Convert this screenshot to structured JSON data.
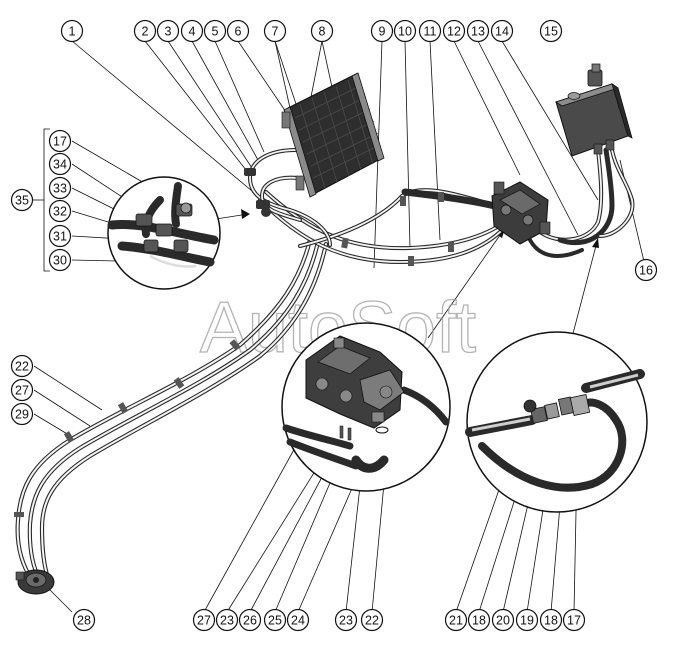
{
  "watermark": "AutoSoft",
  "colors": {
    "line": "#111111",
    "hose": "#2a2a2a",
    "part_dark": "#3a3a3a",
    "background": "#ffffff"
  },
  "callouts": [
    {
      "label": "1"
    },
    {
      "label": "2"
    },
    {
      "label": "3"
    },
    {
      "label": "4"
    },
    {
      "label": "5"
    },
    {
      "label": "6"
    },
    {
      "label": "7"
    },
    {
      "label": "8"
    },
    {
      "label": "9"
    },
    {
      "label": "10"
    },
    {
      "label": "11"
    },
    {
      "label": "12"
    },
    {
      "label": "13"
    },
    {
      "label": "14"
    },
    {
      "label": "15"
    },
    {
      "label": "16"
    },
    {
      "label": "35"
    },
    {
      "label": "17"
    },
    {
      "label": "34"
    },
    {
      "label": "33"
    },
    {
      "label": "32"
    },
    {
      "label": "31"
    },
    {
      "label": "30"
    },
    {
      "label": "22"
    },
    {
      "label": "27"
    },
    {
      "label": "29"
    },
    {
      "label": "28"
    },
    {
      "label": "27"
    },
    {
      "label": "23"
    },
    {
      "label": "26"
    },
    {
      "label": "25"
    },
    {
      "label": "24"
    },
    {
      "label": "23"
    },
    {
      "label": "22"
    },
    {
      "label": "21"
    },
    {
      "label": "18"
    },
    {
      "label": "20"
    },
    {
      "label": "19"
    },
    {
      "label": "18"
    },
    {
      "label": "17"
    }
  ]
}
